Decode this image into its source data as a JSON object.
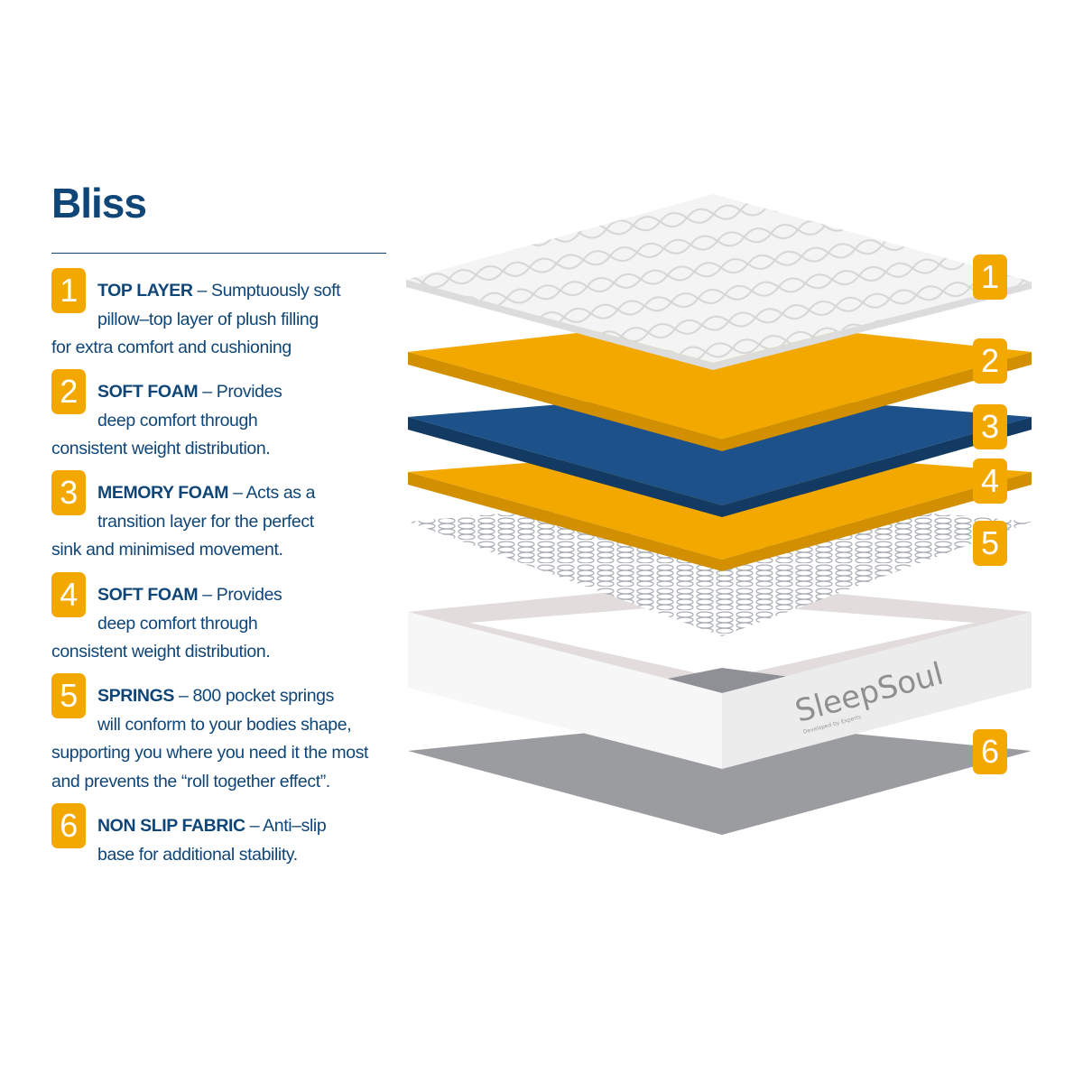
{
  "title": "Bliss",
  "items": [
    {
      "num": "1",
      "heading": "TOP LAYER",
      "line1": " – Sumptuously soft",
      "line2": "pillow–top layer of plush filling",
      "rest": [
        "for extra comfort and cushioning"
      ]
    },
    {
      "num": "2",
      "heading": "SOFT FOAM",
      "line1": " – Provides",
      "line2": "deep comfort through",
      "rest": [
        "consistent weight distribution."
      ]
    },
    {
      "num": "3",
      "heading": "MEMORY FOAM",
      "line1": " – Acts as a",
      "line2": "transition layer for the perfect",
      "rest": [
        "sink and minimised movement."
      ]
    },
    {
      "num": "4",
      "heading": "SOFT FOAM",
      "line1": " – Provides",
      "line2": "deep comfort through",
      "rest": [
        "consistent weight distribution."
      ]
    },
    {
      "num": "5",
      "heading": "SPRINGS",
      "line1": " – 800 pocket springs",
      "line2": "will conform to your bodies shape,",
      "rest": [
        "supporting you where you need it the most",
        "and prevents the “roll together effect”."
      ]
    },
    {
      "num": "6",
      "heading": "NON SLIP FABRIC",
      "line1": " – Anti–slip",
      "line2": "base for additional stability.",
      "rest": []
    }
  ],
  "logo": {
    "brand": "SleepSoul",
    "tagline": "Developed by Experts"
  },
  "colors": {
    "navy": "#0f4577",
    "orange": "#f3a800",
    "blue_foam": "#1c5289",
    "base": "#9a9ca0"
  }
}
